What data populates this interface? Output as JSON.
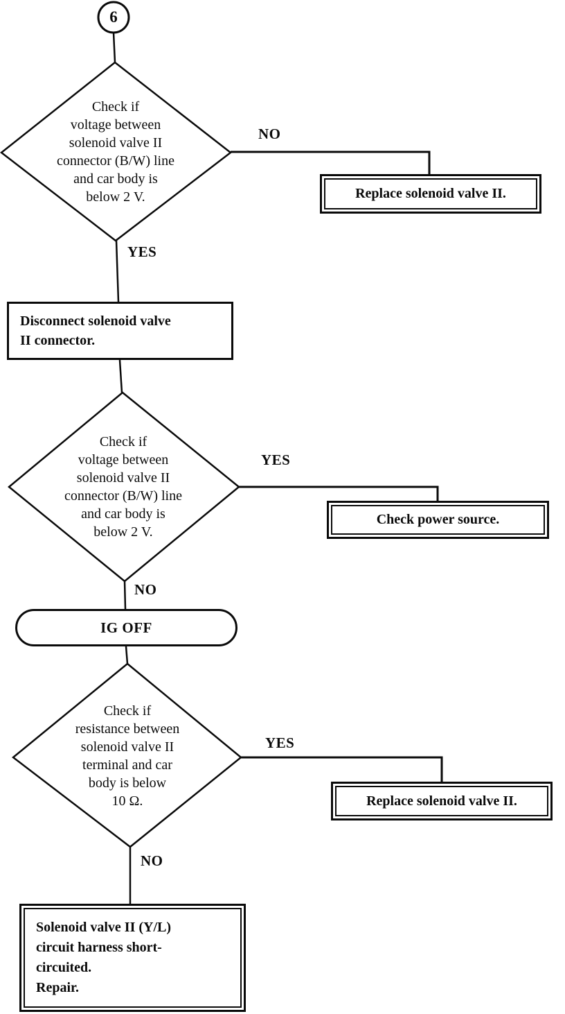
{
  "flowchart": {
    "entry_connector": "6",
    "decisions": {
      "d1": "Check if\nvoltage between\nsolenoid valve II\nconnector (B/W) line\nand car body is\nbelow 2 V.",
      "d2": "Check if\nvoltage between\nsolenoid valve II\nconnector (B/W) line\nand car body is\nbelow 2 V.",
      "d3": "Check if\nresistance between\nsolenoid valve II\nterminal and car\nbody is below\n10 Ω."
    },
    "actions": {
      "replace1": "Replace solenoid valve II.",
      "disconnect": "Disconnect solenoid valve\nII connector.",
      "check_power": "Check power source.",
      "ig_off": "IG OFF",
      "replace2": "Replace solenoid valve II.",
      "repair": "Solenoid valve II (Y/L)\ncircuit harness short-\ncircuited.\nRepair."
    },
    "edge_labels": {
      "d1_no": "NO",
      "d1_yes": "YES",
      "d2_yes": "YES",
      "d2_no": "NO",
      "d3_yes": "YES",
      "d3_no": "NO"
    }
  }
}
